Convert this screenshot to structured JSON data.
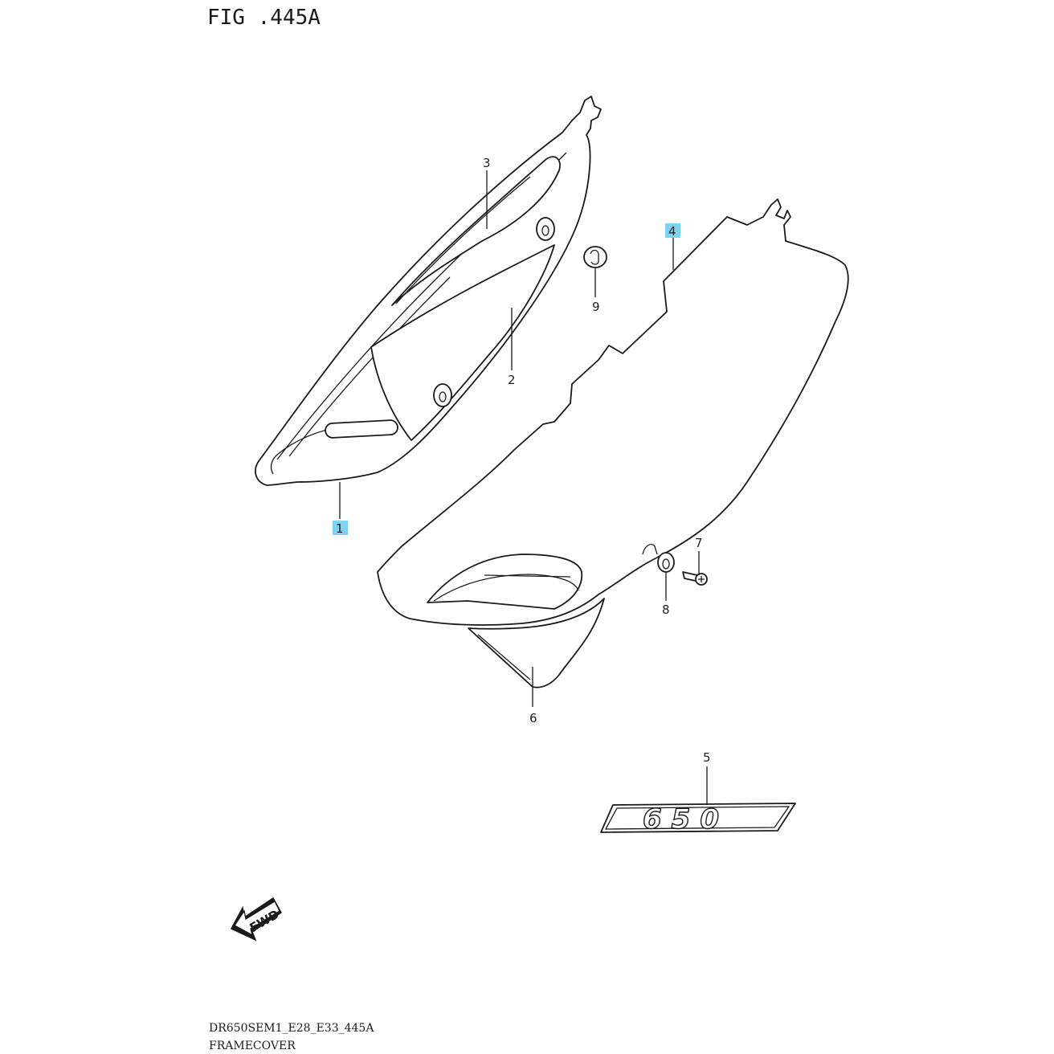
{
  "figure": {
    "title": "FIG .445A",
    "code": "DR650SEM1_E28_E33_445A",
    "name": "FRAMECOVER"
  },
  "callouts": [
    {
      "id": "1",
      "label": "1",
      "highlighted": true
    },
    {
      "id": "2",
      "label": "2",
      "highlighted": false
    },
    {
      "id": "3",
      "label": "3",
      "highlighted": false
    },
    {
      "id": "4",
      "label": "4",
      "highlighted": true
    },
    {
      "id": "5",
      "label": "5",
      "highlighted": false
    },
    {
      "id": "6",
      "label": "6",
      "highlighted": false
    },
    {
      "id": "7",
      "label": "7",
      "highlighted": false
    },
    {
      "id": "8",
      "label": "8",
      "highlighted": false
    },
    {
      "id": "9",
      "label": "9",
      "highlighted": false
    }
  ],
  "emblem": {
    "text": "650"
  },
  "direction": {
    "text": "FWD"
  },
  "colors": {
    "highlight": "#7fd3f2",
    "line": "#1a1a1a"
  }
}
